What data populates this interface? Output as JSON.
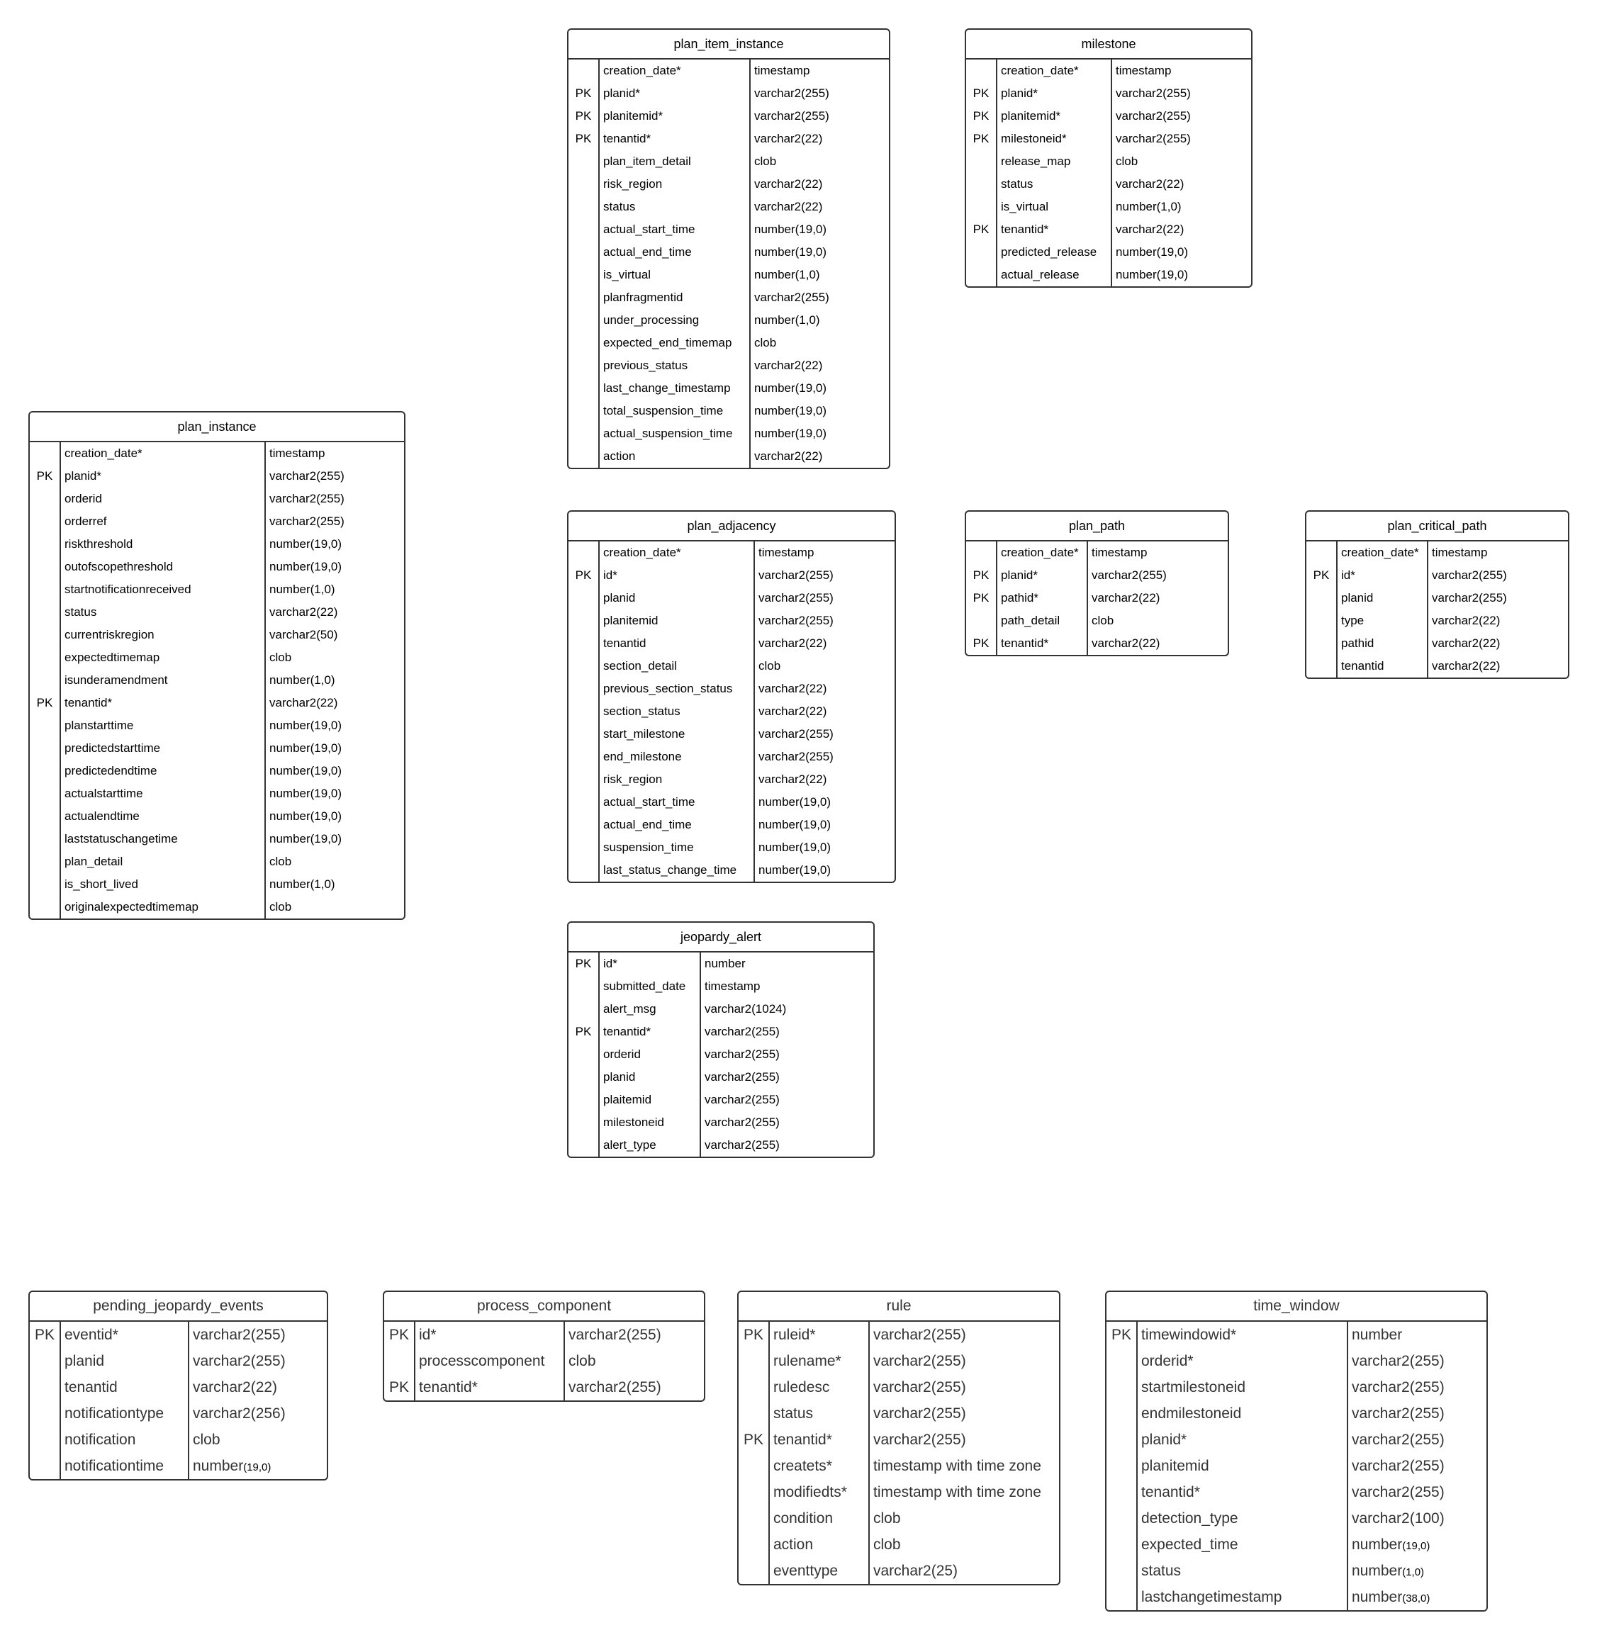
{
  "tables": [
    {
      "name": "plan_item_instance",
      "columns": [
        [
          "",
          "creation_date*",
          "timestamp"
        ],
        [
          "PK",
          "planid*",
          "varchar2(255)"
        ],
        [
          "PK",
          "planitemid*",
          "varchar2(255)"
        ],
        [
          "PK",
          "tenantid*",
          "varchar2(22)"
        ],
        [
          "",
          "plan_item_detail",
          "clob"
        ],
        [
          "",
          "risk_region",
          "varchar2(22)"
        ],
        [
          "",
          "status",
          "varchar2(22)"
        ],
        [
          "",
          "actual_start_time",
          "number(19,0)"
        ],
        [
          "",
          "actual_end_time",
          "number(19,0)"
        ],
        [
          "",
          "is_virtual",
          "number(1,0)"
        ],
        [
          "",
          "planfragmentid",
          "varchar2(255)"
        ],
        [
          "",
          "under_processing",
          "number(1,0)"
        ],
        [
          "",
          "expected_end_timemap",
          "clob"
        ],
        [
          "",
          "previous_status",
          "varchar2(22)"
        ],
        [
          "",
          "last_change_timestamp",
          "number(19,0)"
        ],
        [
          "",
          "total_suspension_time",
          "number(19,0)"
        ],
        [
          "",
          "actual_suspension_time",
          "number(19,0)"
        ],
        [
          "",
          "action",
          "varchar2(22)"
        ]
      ]
    },
    {
      "name": "milestone",
      "columns": [
        [
          "",
          "creation_date*",
          "timestamp"
        ],
        [
          "PK",
          "planid*",
          "varchar2(255)"
        ],
        [
          "PK",
          "planitemid*",
          "varchar2(255)"
        ],
        [
          "PK",
          "milestoneid*",
          "varchar2(255)"
        ],
        [
          "",
          "release_map",
          "clob"
        ],
        [
          "",
          "status",
          "varchar2(22)"
        ],
        [
          "",
          "is_virtual",
          "number(1,0)"
        ],
        [
          "PK",
          "tenantid*",
          "varchar2(22)"
        ],
        [
          "",
          "predicted_release",
          "number(19,0)"
        ],
        [
          "",
          "actual_release",
          "number(19,0)"
        ]
      ]
    },
    {
      "name": "plan_instance",
      "columns": [
        [
          "",
          "creation_date*",
          "timestamp"
        ],
        [
          "PK",
          "planid*",
          "varchar2(255)"
        ],
        [
          "",
          "orderid",
          "varchar2(255)"
        ],
        [
          "",
          "orderref",
          "varchar2(255)"
        ],
        [
          "",
          "riskthreshold",
          "number(19,0)"
        ],
        [
          "",
          "outofscopethreshold",
          "number(19,0)"
        ],
        [
          "",
          "startnotificationreceived",
          "number(1,0)"
        ],
        [
          "",
          "status",
          "varchar2(22)"
        ],
        [
          "",
          "currentriskregion",
          "varchar2(50)"
        ],
        [
          "",
          "expectedtimemap",
          "clob"
        ],
        [
          "",
          "isunderamendment",
          "number(1,0)"
        ],
        [
          "PK",
          "tenantid*",
          "varchar2(22)"
        ],
        [
          "",
          "planstarttime",
          "number(19,0)"
        ],
        [
          "",
          "predictedstarttime",
          "number(19,0)"
        ],
        [
          "",
          "predictedendtime",
          "number(19,0)"
        ],
        [
          "",
          "actualstarttime",
          "number(19,0)"
        ],
        [
          "",
          "actualendtime",
          "number(19,0)"
        ],
        [
          "",
          "laststatuschangetime",
          "number(19,0)"
        ],
        [
          "",
          "plan_detail",
          "clob"
        ],
        [
          "",
          "is_short_lived",
          "number(1,0)"
        ],
        [
          "",
          "originalexpectedtimemap",
          "clob"
        ]
      ]
    },
    {
      "name": "plan_adjacency",
      "columns": [
        [
          "",
          "creation_date*",
          "timestamp"
        ],
        [
          "PK",
          "id*",
          "varchar2(255)"
        ],
        [
          "",
          "planid",
          "varchar2(255)"
        ],
        [
          "",
          "planitemid",
          "varchar2(255)"
        ],
        [
          "",
          "tenantid",
          "varchar2(22)"
        ],
        [
          "",
          "section_detail",
          "clob"
        ],
        [
          "",
          "previous_section_status",
          "varchar2(22)"
        ],
        [
          "",
          "section_status",
          "varchar2(22)"
        ],
        [
          "",
          "start_milestone",
          "varchar2(255)"
        ],
        [
          "",
          "end_milestone",
          "varchar2(255)"
        ],
        [
          "",
          "risk_region",
          "varchar2(22)"
        ],
        [
          "",
          "actual_start_time",
          "number(19,0)"
        ],
        [
          "",
          "actual_end_time",
          "number(19,0)"
        ],
        [
          "",
          "suspension_time",
          "number(19,0)"
        ],
        [
          "",
          "last_status_change_time",
          "number(19,0)"
        ]
      ]
    },
    {
      "name": "plan_path",
      "columns": [
        [
          "",
          "creation_date*",
          "timestamp"
        ],
        [
          "PK",
          "planid*",
          "varchar2(255)"
        ],
        [
          "PK",
          "pathid*",
          "varchar2(22)"
        ],
        [
          "",
          "path_detail",
          "clob"
        ],
        [
          "PK",
          "tenantid*",
          "varchar2(22)"
        ]
      ]
    },
    {
      "name": "plan_critical_path",
      "columns": [
        [
          "",
          "creation_date*",
          "timestamp"
        ],
        [
          "PK",
          "id*",
          "varchar2(255)"
        ],
        [
          "",
          "planid",
          "varchar2(255)"
        ],
        [
          "",
          "type",
          "varchar2(22)"
        ],
        [
          "",
          "pathid",
          "varchar2(22)"
        ],
        [
          "",
          "tenantid",
          "varchar2(22)"
        ]
      ]
    },
    {
      "name": "jeopardy_alert",
      "columns": [
        [
          "PK",
          "id*",
          "number"
        ],
        [
          "",
          "submitted_date",
          "timestamp"
        ],
        [
          "",
          "alert_msg",
          "varchar2(1024)"
        ],
        [
          "PK",
          "tenantid*",
          "varchar2(255)"
        ],
        [
          "",
          "orderid",
          "varchar2(255)"
        ],
        [
          "",
          "planid",
          "varchar2(255)"
        ],
        [
          "",
          "plaitemid",
          "varchar2(255)"
        ],
        [
          "",
          "milestoneid",
          "varchar2(255)"
        ],
        [
          "",
          "alert_type",
          "varchar2(255)"
        ]
      ]
    },
    {
      "name": "pending_jeopardy_events",
      "columns": [
        [
          "PK",
          "eventid*",
          "varchar2(255)"
        ],
        [
          "",
          "planid",
          "varchar2(255)"
        ],
        [
          "",
          "tenantid",
          "varchar2(22)"
        ],
        [
          "",
          "notificationtype",
          "varchar2(256)"
        ],
        [
          "",
          "notification",
          "clob"
        ],
        [
          "",
          "notificationtime",
          "number(19,0)"
        ]
      ]
    },
    {
      "name": "process_component",
      "columns": [
        [
          "PK",
          "id*",
          "varchar2(255)"
        ],
        [
          "",
          "processcomponent",
          "clob"
        ],
        [
          "PK",
          "tenantid*",
          "varchar2(255)"
        ]
      ]
    },
    {
      "name": "rule",
      "columns": [
        [
          "PK",
          "ruleid*",
          "varchar2(255)"
        ],
        [
          "",
          "rulename*",
          "varchar2(255)"
        ],
        [
          "",
          "ruledesc",
          "varchar2(255)"
        ],
        [
          "",
          "status",
          "varchar2(255)"
        ],
        [
          "PK",
          "tenantid*",
          "varchar2(255)"
        ],
        [
          "",
          "createts*",
          "timestamp with time zone"
        ],
        [
          "",
          "modifiedts*",
          "timestamp with time zone"
        ],
        [
          "",
          "condition",
          "clob"
        ],
        [
          "",
          "action",
          "clob"
        ],
        [
          "",
          "eventtype",
          "varchar2(25)"
        ]
      ]
    },
    {
      "name": "time_window",
      "columns": [
        [
          "PK",
          "timewindowid*",
          "number"
        ],
        [
          "",
          "orderid*",
          "varchar2(255)"
        ],
        [
          "",
          "startmilestoneid",
          "varchar2(255)"
        ],
        [
          "",
          "endmilestoneid",
          "varchar2(255)"
        ],
        [
          "",
          "planid*",
          "varchar2(255)"
        ],
        [
          "",
          "planitemid",
          "varchar2(255)"
        ],
        [
          "",
          "tenantid*",
          "varchar2(255)"
        ],
        [
          "",
          "detection_type",
          "varchar2(100)"
        ],
        [
          "",
          "expected_time",
          "number(19,0)"
        ],
        [
          "",
          "status",
          "number(1,0)"
        ],
        [
          "",
          "lastchangetimestamp",
          "number(38,0)"
        ]
      ]
    }
  ]
}
